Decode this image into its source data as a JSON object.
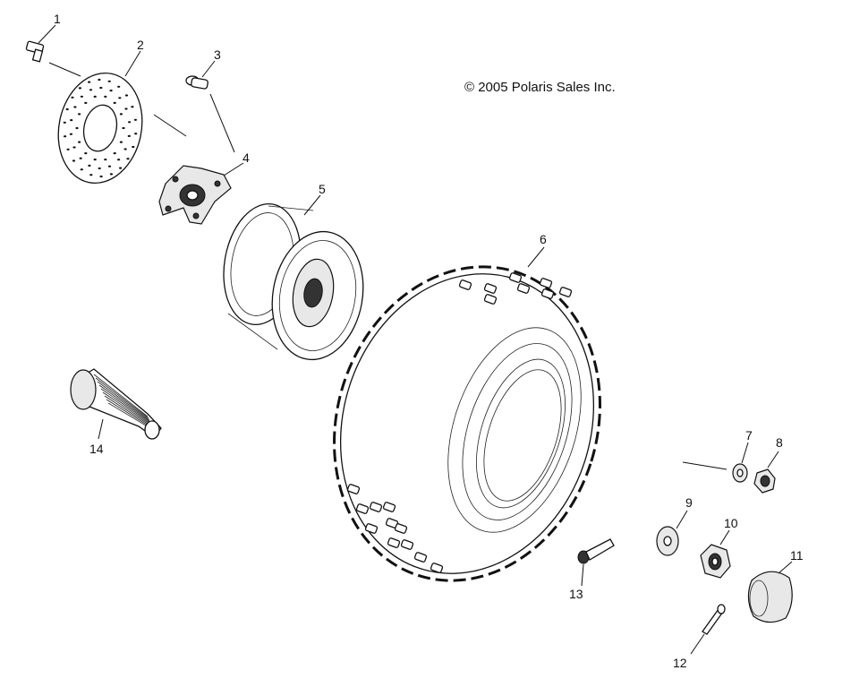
{
  "copyright": "© 2005 Polaris Sales Inc.",
  "callouts": [
    "1",
    "2",
    "3",
    "4",
    "5",
    "6",
    "7",
    "8",
    "9",
    "10",
    "11",
    "12",
    "13",
    "14"
  ]
}
